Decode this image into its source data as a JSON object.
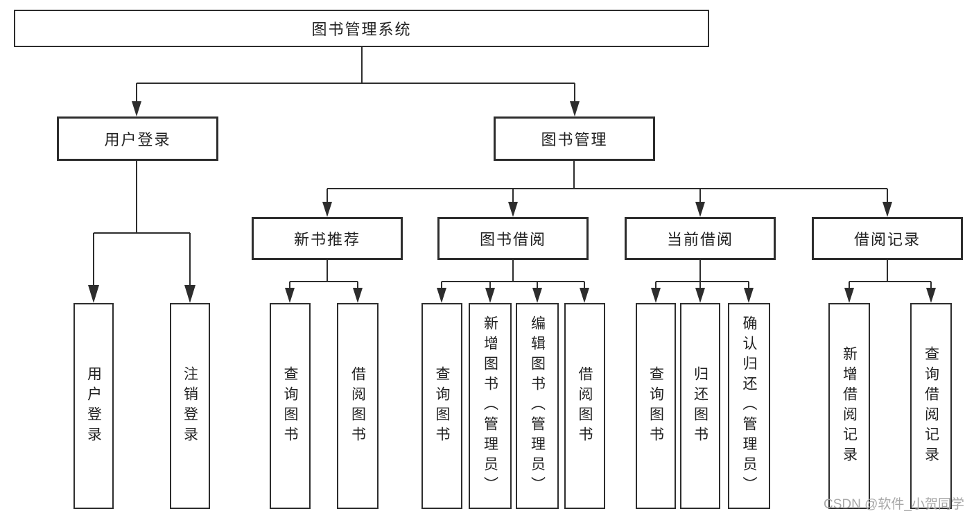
{
  "diagram_title": "图书管理系统",
  "colors": {
    "line": "#2d2d2d",
    "text": "#212121",
    "background": "#ffffff",
    "watermark": "#a8a8a8"
  },
  "watermark": {
    "text": "CSDN @软件_小贺同学"
  },
  "tree": {
    "root": {
      "label": "图书管理系统"
    },
    "branches": [
      {
        "label": "用户登录",
        "children": [
          {
            "label": "用户登录"
          },
          {
            "label": "注销登录"
          }
        ]
      },
      {
        "label": "图书管理",
        "children": [
          {
            "label": "新书推荐",
            "children": [
              {
                "label": "查询图书"
              },
              {
                "label": "借阅图书"
              }
            ]
          },
          {
            "label": "图书借阅",
            "children": [
              {
                "label": "查询图书"
              },
              {
                "label": "新增图书（管理员）"
              },
              {
                "label": "编辑图书（管理员）"
              },
              {
                "label": "借阅图书"
              }
            ]
          },
          {
            "label": "当前借阅",
            "children": [
              {
                "label": "查询图书"
              },
              {
                "label": "归还图书"
              },
              {
                "label": "确认归还（管理员）"
              }
            ]
          },
          {
            "label": "借阅记录",
            "children": [
              {
                "label": "新增借阅记录"
              },
              {
                "label": "查询借阅记录"
              }
            ]
          }
        ]
      }
    ]
  }
}
